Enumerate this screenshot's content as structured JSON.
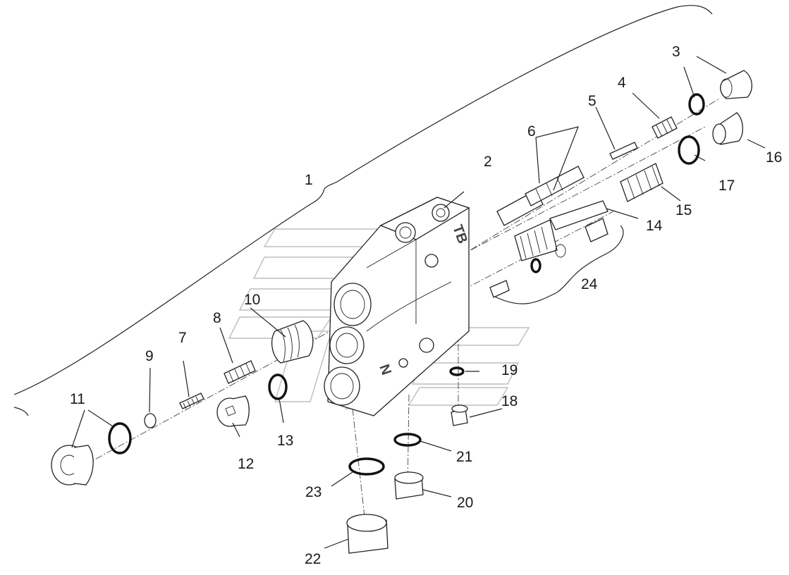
{
  "diagram": {
    "type": "exploded parts diagram",
    "callouts": [
      "1",
      "2",
      "3",
      "4",
      "5",
      "6",
      "7",
      "8",
      "9",
      "10",
      "11",
      "12",
      "13",
      "14",
      "15",
      "16",
      "17",
      "18",
      "19",
      "20",
      "21",
      "22",
      "23",
      "24"
    ],
    "body_markings": {
      "top_port": "TB",
      "side_port": "N"
    }
  }
}
